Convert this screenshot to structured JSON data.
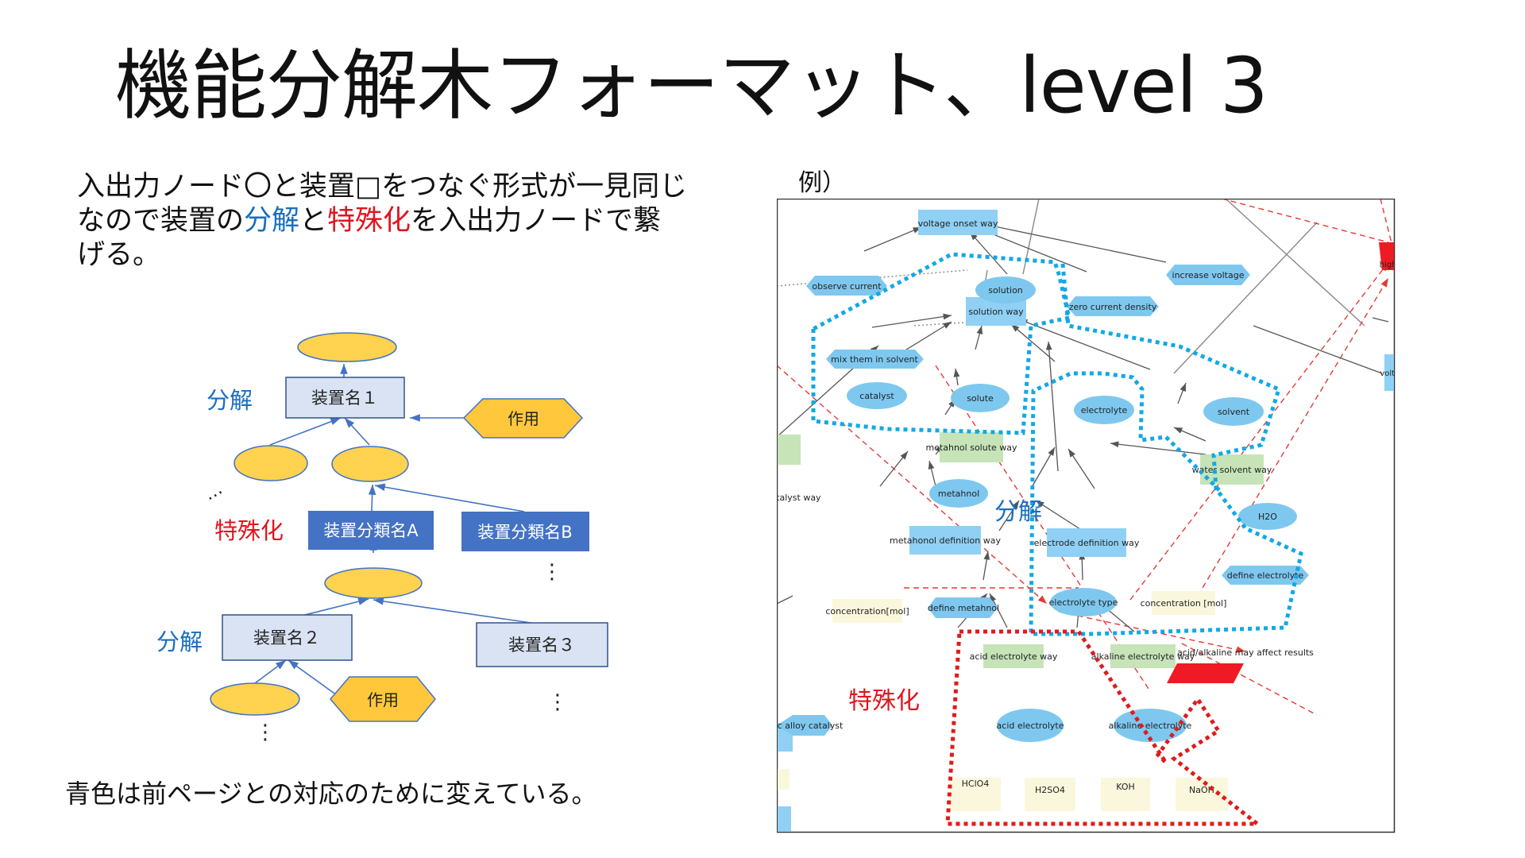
{
  "title": "機能分解木フォーマット、level 3",
  "intro": {
    "p1": "入出力ノード〇と装置□をつなぐ形式が一見同じなので装置の",
    "decomp": "分解",
    "and": "と",
    "spec": "特殊化",
    "p2": "を入出力ノードで繋げる。"
  },
  "footnote": "青色は前ページとの対応のために変えている。",
  "example_label": "例）",
  "colors": {
    "blue_accent": "#1a6fbf",
    "red_accent": "#e0141e",
    "node_yellow": "#ffd24f",
    "device_fill": "#dae3f3",
    "device_dark": "#4472c4",
    "graph_node_blue": "#7ec8f0",
    "graph_dev_blue": "#8fd0f4",
    "graph_green": "#c6e4b8",
    "graph_cream": "#fbf7dc"
  },
  "schematic": {
    "decomp1": "分解",
    "spec": "特殊化",
    "decomp2": "分解",
    "device1": "装置名１",
    "action1": "作用",
    "classA": "装置分類名A",
    "classB": "装置分類名B",
    "device2": "装置名２",
    "device3": "装置名３",
    "action2": "作用",
    "dots": "…",
    "vdots": "⋮"
  },
  "graph": {
    "overlay_decomp": "分解",
    "overlay_spec": "特殊化",
    "nodes": {
      "voltage_onset_way": "voltage onset way",
      "observe_current": "observe current",
      "solution": "solution",
      "zero_current_density": "zero current density",
      "increase_voltage": "increase voltage",
      "highly": "highly",
      "solution_way": "solution way",
      "mix_them": "mix them in solvent",
      "catalyst": "catalyst",
      "solute": "solute",
      "electrolyte": "electrolyte",
      "solvent": "solvent",
      "voltage_edge": "voltage",
      "metahnol_solute_way": "metahnol solute way",
      "water_solvent_way": "water solvent way",
      "catalyst_way": "atalyst way",
      "metahnol": "metahnol",
      "h2o": "H2O",
      "metahonol_def_way": "metahonol definition way",
      "electrode_def_way": "electrode definition way",
      "define_electrolyte": "define electrolyte",
      "concentration_mol_right": "concentration [mol]",
      "concentration_mol_left": "concentration[mol]",
      "define_metahnol": "define metahnol",
      "electrolyte_type": "electrolyte type",
      "acid_alkaline_warning": "acid/alkaline may affect results",
      "acid_electrolyte_way": "acid electrolyte way",
      "alkaline_electrolyte_way": "alkaline electrolyte way",
      "alloy_catalyst": "c alloy catalyst",
      "acid_electrolyte": "acid electrolyte",
      "alkaline_electrolyte": "alkaline electrolyte",
      "hclo4": "HClO4",
      "h2so4": "H2SO4",
      "koh": "KOH",
      "naoh": "NaOH"
    }
  }
}
